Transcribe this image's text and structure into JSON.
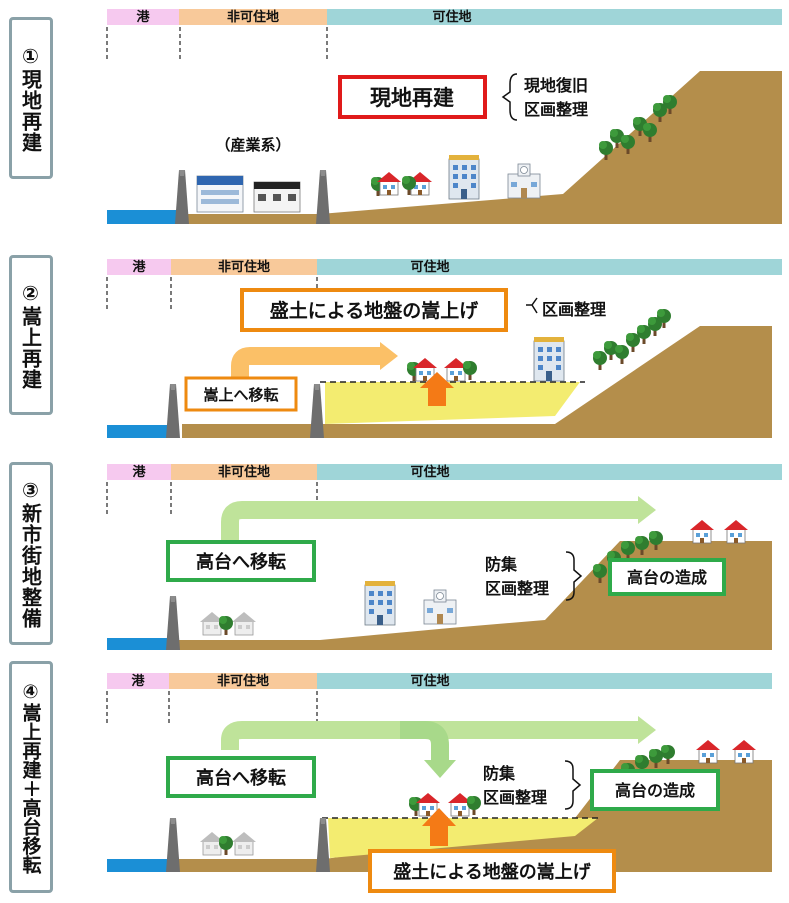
{
  "zones": {
    "port": "港",
    "non_residential": "非可住地",
    "residential": "可住地"
  },
  "panels": [
    {
      "label": "①現地再建",
      "main_label": "現地再建",
      "side_note_1": "現地復旧",
      "side_note_2": "区画整理",
      "industrial_label": "（産業系）"
    },
    {
      "label": "②嵩上再建",
      "main_label": "盛土による地盤の嵩上げ",
      "side_note": "区画整理",
      "move_label": "嵩上へ移転"
    },
    {
      "label": "③新市街地整備",
      "move_label": "高台へ移転",
      "plan_label_1": "防集",
      "plan_label_2": "区画整理",
      "hill_label": "高台の造成"
    },
    {
      "label": "④嵩上再建＋高台移転",
      "move_label": "高台へ移転",
      "plan_label_1": "防集",
      "plan_label_2": "区画整理",
      "hill_label": "高台の造成",
      "raise_label": "盛土による地盤の嵩上げ"
    }
  ],
  "colors": {
    "port": "#f6c9ef",
    "non_residential": "#f8c99a",
    "residential": "#9fd5d8",
    "ground": "#b48e4b",
    "fill": "#f3ec70",
    "sea": "#1b8fd6",
    "red": "#e01a1a",
    "orange": "#ee8a10",
    "green": "#2faa4a"
  }
}
